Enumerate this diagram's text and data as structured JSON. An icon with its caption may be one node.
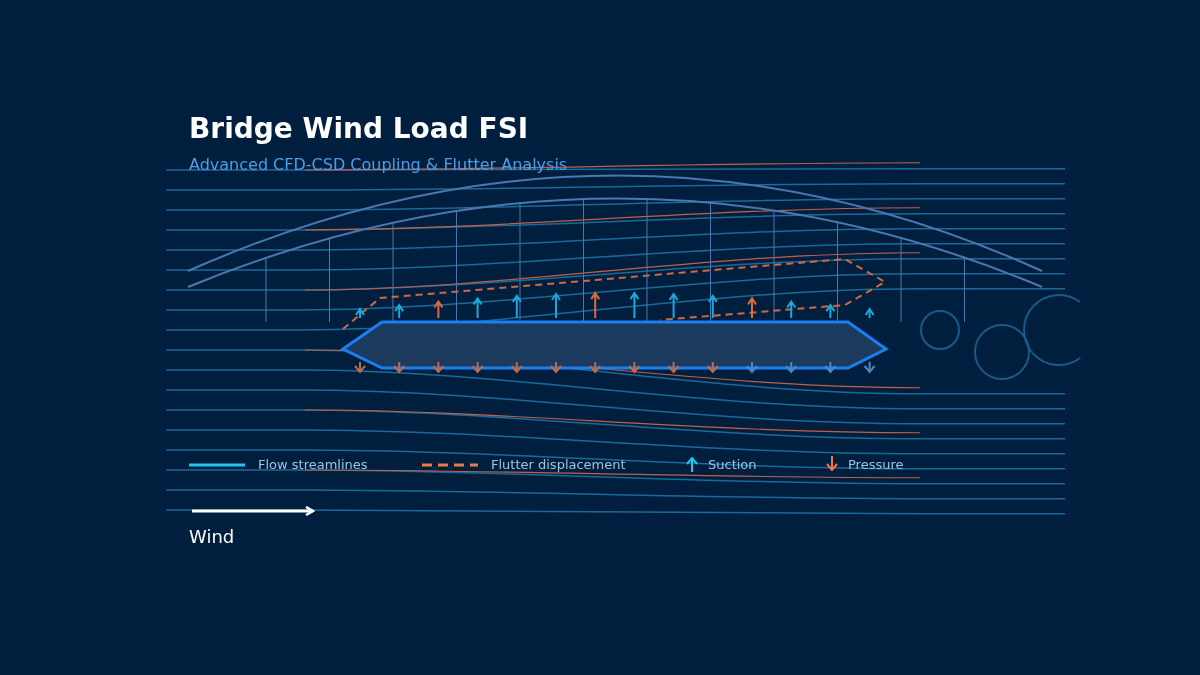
{
  "diagram": {
    "title": "Bridge Wind Load FSI",
    "labels": [
      "Advanced CFD-CSD Coupling & Flutter Analysis",
      "Wind"
    ],
    "legend": [
      {
        "text": "Flow streamlines"
      },
      {
        "text": "Flutter displacement"
      },
      {
        "text": "Suction"
      },
      {
        "text": "Pressure"
      }
    ]
  }
}
